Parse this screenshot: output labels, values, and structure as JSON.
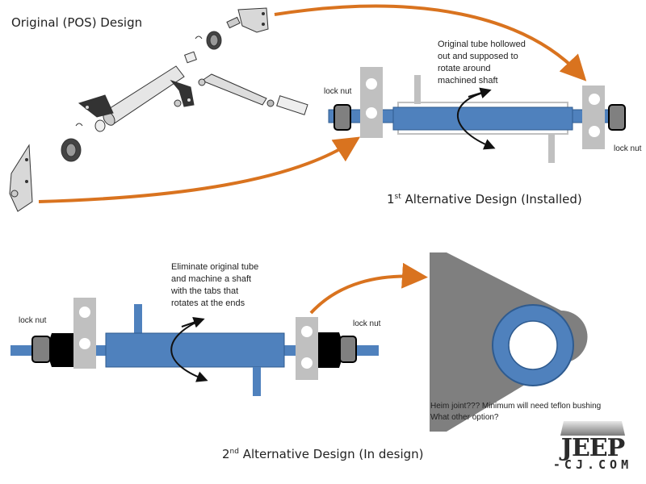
{
  "sections": {
    "original": {
      "title": "Original (POS) Design"
    },
    "first_alt": {
      "title_prefix": "1",
      "title_sup": "st",
      "title_rest": " Alternative Design (Installed)",
      "note_lines": [
        "Original tube hollowed",
        "out and supposed to",
        "rotate around",
        "machined shaft"
      ],
      "lock_nut_left": "lock nut",
      "lock_nut_right": "lock nut"
    },
    "second_alt": {
      "title_prefix": "2",
      "title_sup": "nd",
      "title_rest": " Alternative Design (In design)",
      "note_lines": [
        "Eliminate original tube",
        "and machine a shaft",
        "with the tabs that",
        "rotates at the ends"
      ],
      "lock_nut_left": "lock nut",
      "lock_nut_right": "lock nut"
    },
    "detail": {
      "note_lines": [
        "Heim joint??? Minimum will need teflon bushing",
        "What other option?"
      ]
    }
  },
  "logo": {
    "word": "JEEP",
    "sub": "-CJ.COM"
  },
  "colors": {
    "shaft_blue": "#4f81bd",
    "shaft_border": "#2f5b8f",
    "tab_gray": "#c0c0c0",
    "plate_gray": "#7f7f7f",
    "arrow_orange": "#d9731f",
    "nut_gray": "#808080",
    "nut_black": "#000000"
  }
}
